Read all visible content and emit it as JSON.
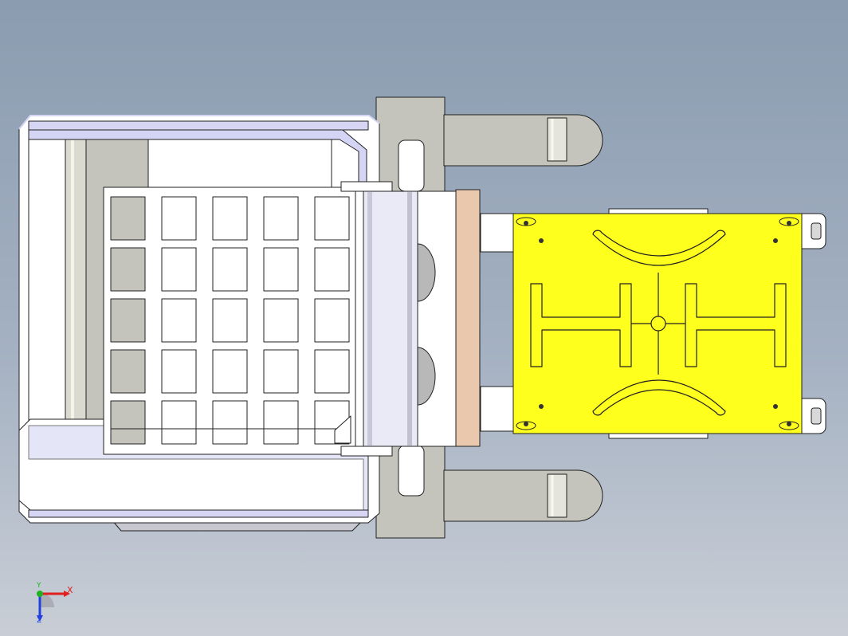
{
  "viewport": {
    "background_top": "#8b9cb0",
    "background_bottom": "#c9ced6"
  },
  "colors": {
    "outline": "#202020",
    "part_gray": "#c4c4bc",
    "part_white": "#ffffff",
    "edge_lavender": "#d4d4f4",
    "roller_highlight": "#eaeae0",
    "fixture_plate": "#ffff1e",
    "skin_spacer": "#e9c8ae",
    "dome_gray": "#b8b8b8"
  },
  "parts": {
    "grid_rows": 5,
    "grid_cols": 5
  },
  "triad": {
    "x_label": "X",
    "y_label": "Y",
    "z_label": "Z",
    "x_color": "#e02020",
    "y_color": "#20b020",
    "z_color": "#2040e0"
  }
}
